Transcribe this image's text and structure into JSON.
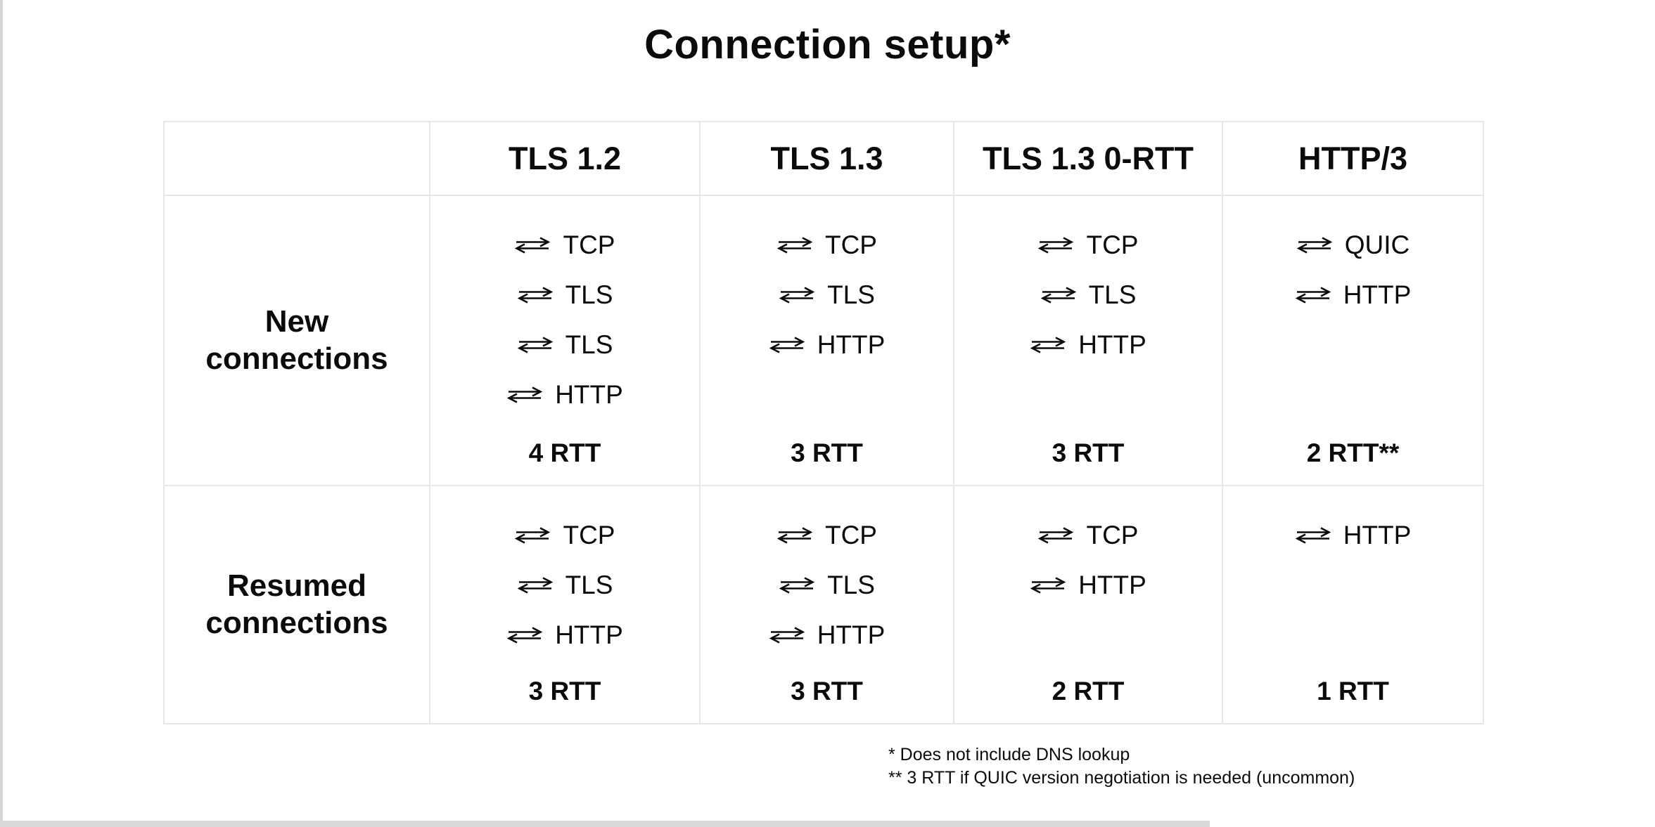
{
  "title": "Connection setup*",
  "chart_data": {
    "type": "table",
    "title": "Connection setup*",
    "columns": [
      "",
      "TLS 1.2",
      "TLS 1.3",
      "TLS 1.3 0-RTT",
      "HTTP/3"
    ],
    "rows": [
      {
        "label": "New connections",
        "cells": [
          {
            "steps": [
              "TCP",
              "TLS",
              "TLS",
              "HTTP"
            ],
            "rtt": 4,
            "rtt_label": "4 RTT"
          },
          {
            "steps": [
              "TCP",
              "TLS",
              "HTTP"
            ],
            "rtt": 3,
            "rtt_label": "3 RTT"
          },
          {
            "steps": [
              "TCP",
              "TLS",
              "HTTP"
            ],
            "rtt": 3,
            "rtt_label": "3 RTT"
          },
          {
            "steps": [
              "QUIC",
              "HTTP"
            ],
            "rtt": 2,
            "rtt_label": "2 RTT**"
          }
        ]
      },
      {
        "label": "Resumed connections",
        "cells": [
          {
            "steps": [
              "TCP",
              "TLS",
              "HTTP"
            ],
            "rtt": 3,
            "rtt_label": "3 RTT"
          },
          {
            "steps": [
              "TCP",
              "TLS",
              "HTTP"
            ],
            "rtt": 3,
            "rtt_label": "3 RTT"
          },
          {
            "steps": [
              "TCP",
              "HTTP"
            ],
            "rtt": 2,
            "rtt_label": "2 RTT"
          },
          {
            "steps": [
              "HTTP"
            ],
            "rtt": 1,
            "rtt_label": "1 RTT"
          }
        ]
      }
    ],
    "footnotes": [
      "* Does not include DNS lookup",
      "** 3 RTT if QUIC version negotiation is needed (uncommon)"
    ]
  },
  "icons": {
    "round_trip_arrows": "⇄"
  },
  "colors": {
    "text": "#0b0b0b",
    "table_border": "#e7e7e7",
    "window_edge": "#d4d4d4",
    "background": "#ffffff"
  }
}
